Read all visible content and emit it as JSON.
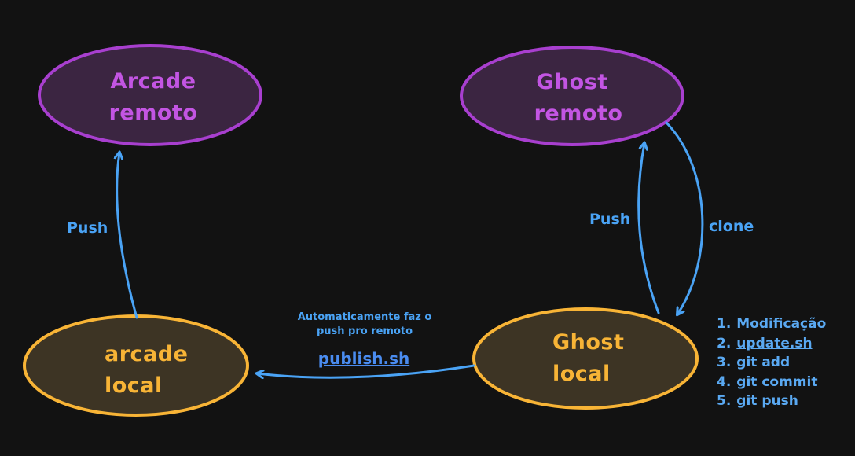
{
  "colors": {
    "background": "#121212",
    "remote_stroke": "#a83fcf",
    "remote_fill": "#3b2541",
    "remote_text": "#c355e3",
    "local_stroke": "#f8b436",
    "local_fill": "#3d3424",
    "local_text": "#f8b436",
    "arrow": "#4aa3f5",
    "step_text": "#5aa9f2",
    "link_text": "#4a8cf0"
  },
  "nodes": {
    "arcade_remote": {
      "line1": "Arcade",
      "line2": "remoto"
    },
    "ghost_remote": {
      "line1": "Ghost",
      "line2": "remoto"
    },
    "arcade_local": {
      "line1": "arcade",
      "line2": "local"
    },
    "ghost_local": {
      "line1": "Ghost",
      "line2": "local"
    }
  },
  "edges": {
    "arcade_push": "Push",
    "ghost_push": "Push",
    "ghost_clone": "clone",
    "publish_note_line1": "Automaticamente faz o",
    "publish_note_line2": "push pro remoto",
    "publish_script": "publish.sh"
  },
  "steps": [
    {
      "num": "1.",
      "text": "Modificação",
      "link": false
    },
    {
      "num": "2.",
      "text": "update.sh",
      "link": true
    },
    {
      "num": "3.",
      "text": "git add",
      "link": false
    },
    {
      "num": "4.",
      "text": "git commit",
      "link": false
    },
    {
      "num": "5.",
      "text": "git push",
      "link": false
    }
  ]
}
